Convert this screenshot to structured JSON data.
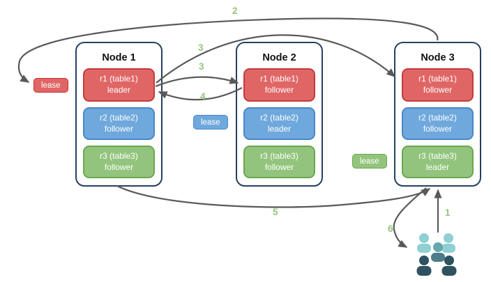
{
  "diagram": {
    "nodes": [
      {
        "title": "Node 1",
        "replicas": [
          {
            "name": "r1 (table1)",
            "role": "leader"
          },
          {
            "name": "r2 (table2)",
            "role": "follower"
          },
          {
            "name": "r3 (table3)",
            "role": "follower"
          }
        ]
      },
      {
        "title": "Node 2",
        "replicas": [
          {
            "name": "r1 (table1)",
            "role": "follower"
          },
          {
            "name": "r2 (table2)",
            "role": "leader"
          },
          {
            "name": "r3 (table3)",
            "role": "follower"
          }
        ]
      },
      {
        "title": "Node 3",
        "replicas": [
          {
            "name": "r1 (table1)",
            "role": "follower"
          },
          {
            "name": "r2 (table2)",
            "role": "follower"
          },
          {
            "name": "r3 (table3)",
            "role": "leader"
          }
        ]
      }
    ],
    "leases": [
      {
        "label": "lease",
        "color": "red"
      },
      {
        "label": "lease",
        "color": "blue"
      },
      {
        "label": "lease",
        "color": "green"
      }
    ],
    "steps": {
      "s1": "1",
      "s2": "2",
      "s3a": "3",
      "s3b": "3",
      "s4": "4",
      "s5": "5",
      "s6": "6"
    },
    "colors": {
      "red_fill": "#e06666",
      "red_border": "#c53a3a",
      "blue_fill": "#6fa8dc",
      "blue_border": "#4a86c8",
      "green_fill": "#93c47d",
      "green_border": "#6aa84f",
      "node_border": "#24405f",
      "arrow": "#595959",
      "step_number": "#93c47d",
      "users_light": "#8fd0d2",
      "users_medium_head": "#64a7ad",
      "users_medium_body": "#4d7c8a",
      "users_dark": "#2e525f"
    }
  }
}
